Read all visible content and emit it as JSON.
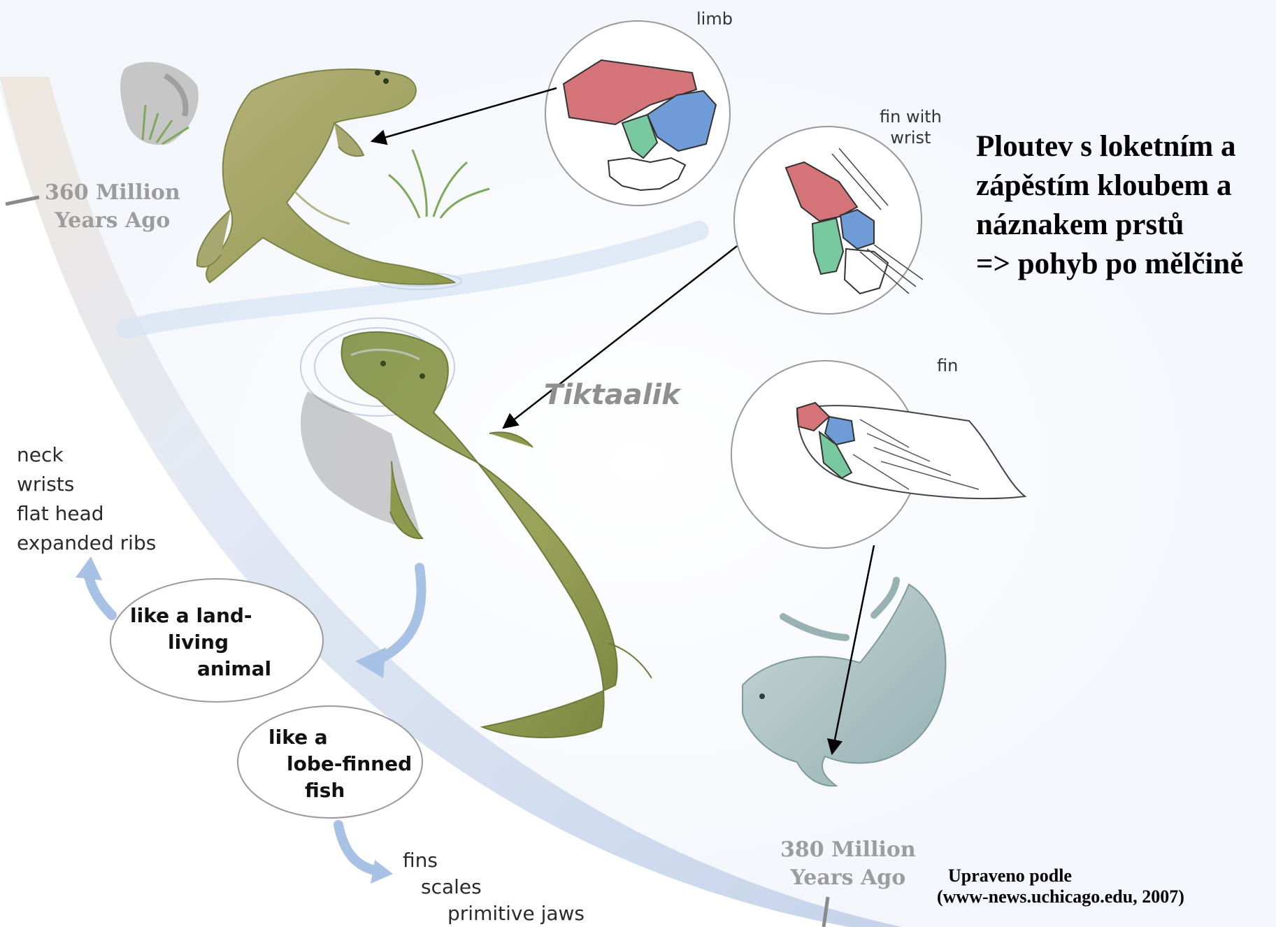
{
  "era_top": {
    "line1": "360 Million",
    "line2": "Years Ago"
  },
  "era_bottom": {
    "line1": "380 Million",
    "line2": "Years Ago"
  },
  "species_label": "Tiktaalik",
  "detail_captions": {
    "limb": "limb",
    "fin_with_wrist": {
      "line1": "fin with",
      "line2": "wrist"
    },
    "fin": "fin"
  },
  "bubbles": {
    "land": {
      "line1": "like a land-",
      "line2": "living",
      "line3": "animal"
    },
    "fish": {
      "line1": "like a",
      "line2": "lobe-finned",
      "line3": "fish"
    }
  },
  "traits_land": [
    "neck",
    "wrists",
    "flat head",
    "expanded ribs"
  ],
  "traits_fish": [
    "fins",
    "scales",
    "primitive jaws"
  ],
  "czech_note": {
    "line1": "Ploutev s loketním a",
    "line2": "zápěstím kloubem a",
    "line3": "náznakem prstů",
    "line4": "=> pohyb po mělčině"
  },
  "credit": {
    "line1": "Upraveno podle",
    "line2": "(www-news.uchicago.edu, 2007)"
  },
  "colors": {
    "band": "#c9d7ec",
    "bone_red": "#d47478",
    "bone_blue": "#6f9bd6",
    "bone_green": "#79c9a0",
    "creature_green": "#9aa35a",
    "fish_blue": "#a9c2c4",
    "arrow_blue": "#a8c2e6"
  }
}
